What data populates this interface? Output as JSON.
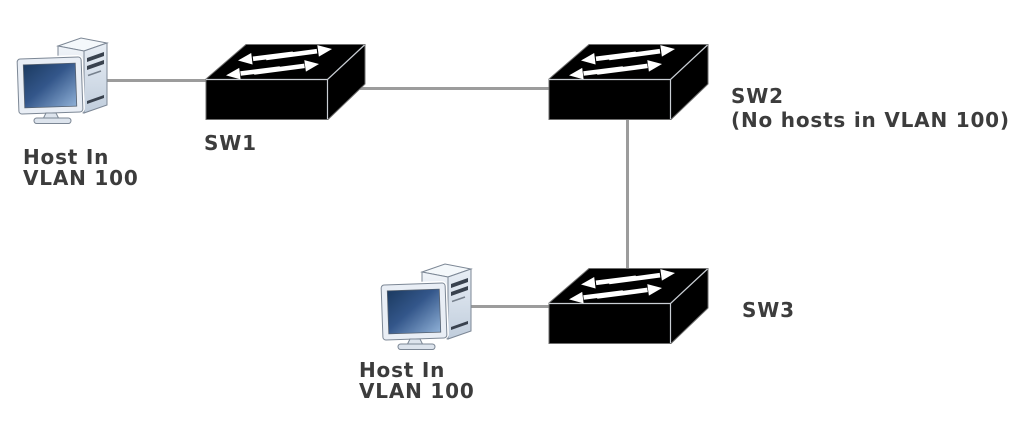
{
  "diagram": {
    "background": "#ffffff",
    "nodes": {
      "host_top": {
        "type": "host",
        "label_line1": "Host In",
        "label_line2": "VLAN 100"
      },
      "sw1": {
        "type": "switch",
        "label": "SW1"
      },
      "sw2": {
        "type": "switch",
        "label": "SW2",
        "label_note": "(No hosts in VLAN 100)"
      },
      "sw3": {
        "type": "switch",
        "label": "SW3"
      },
      "host_bottom": {
        "type": "host",
        "label_line1": "Host In",
        "label_line2": "VLAN 100"
      }
    },
    "links": [
      {
        "from": "host_top",
        "to": "sw1",
        "orientation": "horizontal"
      },
      {
        "from": "sw1",
        "to": "sw2",
        "orientation": "horizontal"
      },
      {
        "from": "sw2",
        "to": "sw3",
        "orientation": "vertical"
      },
      {
        "from": "host_bottom",
        "to": "sw3",
        "orientation": "horizontal"
      }
    ],
    "colors": {
      "link": "#9c9c9c",
      "label": "#3c3c3c",
      "switch_body": "#000000",
      "switch_arrows": "#ffffff"
    }
  }
}
